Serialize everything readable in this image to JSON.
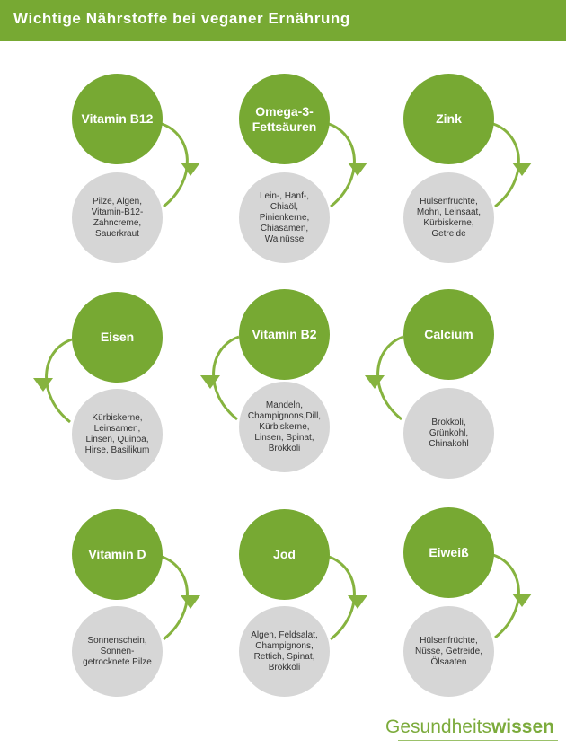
{
  "header": {
    "title": "Wichtige Nährstoffe bei veganer Ernährung"
  },
  "colors": {
    "green": "#77a933",
    "gray": "#d6d6d6",
    "arrow": "#86b33f"
  },
  "items": [
    {
      "name": "Vitamin B12",
      "sources": "Pilze, Algen,\nVitamin-B12-\nZahncreme,\nSauerkraut",
      "arrow_side": "right"
    },
    {
      "name": "Omega-3-\nFettsäuren",
      "sources": "Lein-, Hanf-,\nChiaöl,\nPinienkerne,\nChiasamen,\nWalnüsse",
      "arrow_side": "right"
    },
    {
      "name": "Zink",
      "sources": "Hülsenfrüchte,\nMohn, Leinsaat,\nKürbiskerne,\nGetreide",
      "arrow_side": "right"
    },
    {
      "name": "Eisen",
      "sources": "Kürbiskerne,\nLeinsamen,\nLinsen, Quinoa,\nHirse, Basilikum",
      "arrow_side": "left"
    },
    {
      "name": "Vitamin B2",
      "sources": "Mandeln,\nChampignons,Dill,\nKürbiskerne,\nLinsen, Spinat,\nBrokkoli",
      "arrow_side": "left"
    },
    {
      "name": "Calcium",
      "sources": "Brokkoli,\nGrünkohl,\nChinakohl",
      "arrow_side": "left"
    },
    {
      "name": "Vitamin D",
      "sources": "Sonnenschein,\nSonnen-\ngetrocknete Pilze",
      "arrow_side": "right"
    },
    {
      "name": "Jod",
      "sources": "Algen, Feldsalat,\nChampignons,\nRettich, Spinat,\nBrokkoli",
      "arrow_side": "right"
    },
    {
      "name": "Eiweiß",
      "sources": "Hülsenfrüchte,\nNüsse, Getreide,\nÖlsaaten",
      "arrow_side": "right"
    }
  ],
  "logo": {
    "part1": "Gesundheits",
    "part2": "wissen"
  }
}
